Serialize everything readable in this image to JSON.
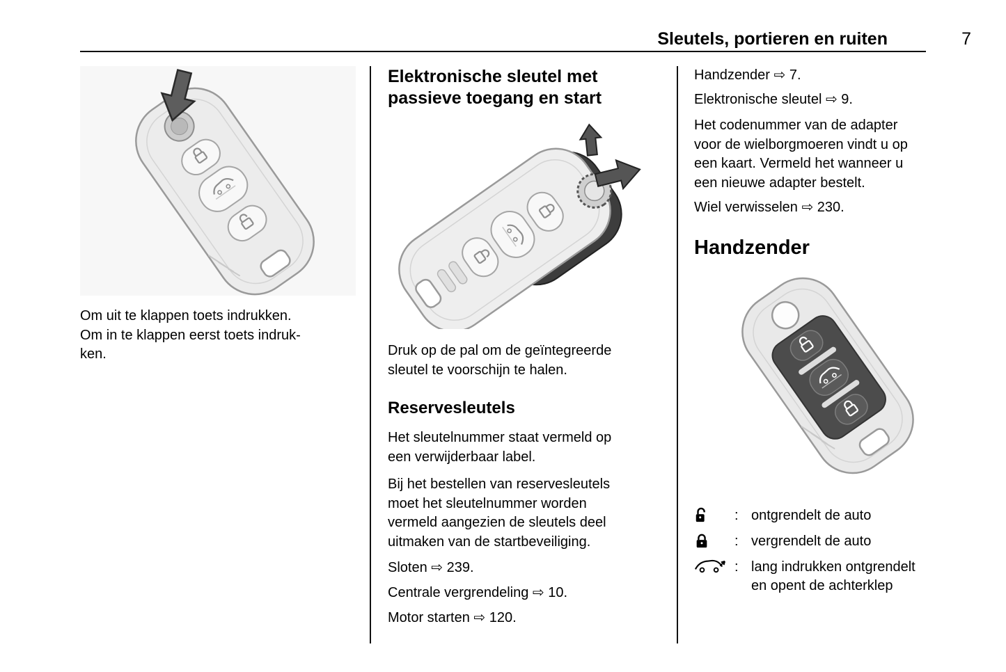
{
  "header": {
    "title": "Sleutels, portieren en ruiten",
    "page_number": "7"
  },
  "column1": {
    "figure": "flip-key-with-press-arrow",
    "caption": "Om uit te klappen toets indrukken.\nOm in te klappen eerst toets indruk-\nken."
  },
  "column2": {
    "heading": "Elektronische sleutel met\npassieve toegang en start",
    "figure": "electronic-key-with-release-latch-and-blade-arrow",
    "para1": "Druk op de pal om de geïntegreerde\nsleutel te voorschijn te halen.",
    "subheading": "Reservesleutels",
    "para2": "Het sleutelnummer staat vermeld op\neen verwijderbaar label.",
    "para3": "Bij het bestellen van reservesleutels\nmoet het sleutelnummer worden\nvermeld aangezien de sleutels deel\nuitmaken van de startbeveiliging.",
    "ref_sloten": "Sloten ⇨ 239.",
    "ref_centrale": "Centrale vergrendeling ⇨ 10.",
    "ref_motor": "Motor starten ⇨ 120."
  },
  "column3": {
    "ref_handzender": "Handzender ⇨ 7.",
    "ref_sleutel": "Elektronische sleutel ⇨ 9.",
    "para1": "Het codenummer van de adapter\nvoor de wielborgmoeren vindt u op\neen kaart. Vermeld het wanneer u\neen nieuwe adapter bestelt.",
    "ref_wiel": "Wiel verwisselen ⇨ 230.",
    "heading": "Handzender",
    "figure": "remote-control-flip-key-dark-buttons",
    "legend": [
      {
        "icon": "unlock-icon",
        "sep": ":",
        "text": "ontgrendelt de auto"
      },
      {
        "icon": "lock-icon",
        "sep": ":",
        "text": "vergrendelt de auto"
      },
      {
        "icon": "car-tailgate-icon",
        "sep": ":",
        "text": "lang indrukken ontgrendelt\nen opent de achterklep"
      }
    ]
  },
  "colors": {
    "text": "#000000",
    "rule": "#000000",
    "key_body": "#ececec",
    "key_dark_panel": "#4c4c4c",
    "arrow_fill": "#5d5d5d"
  }
}
